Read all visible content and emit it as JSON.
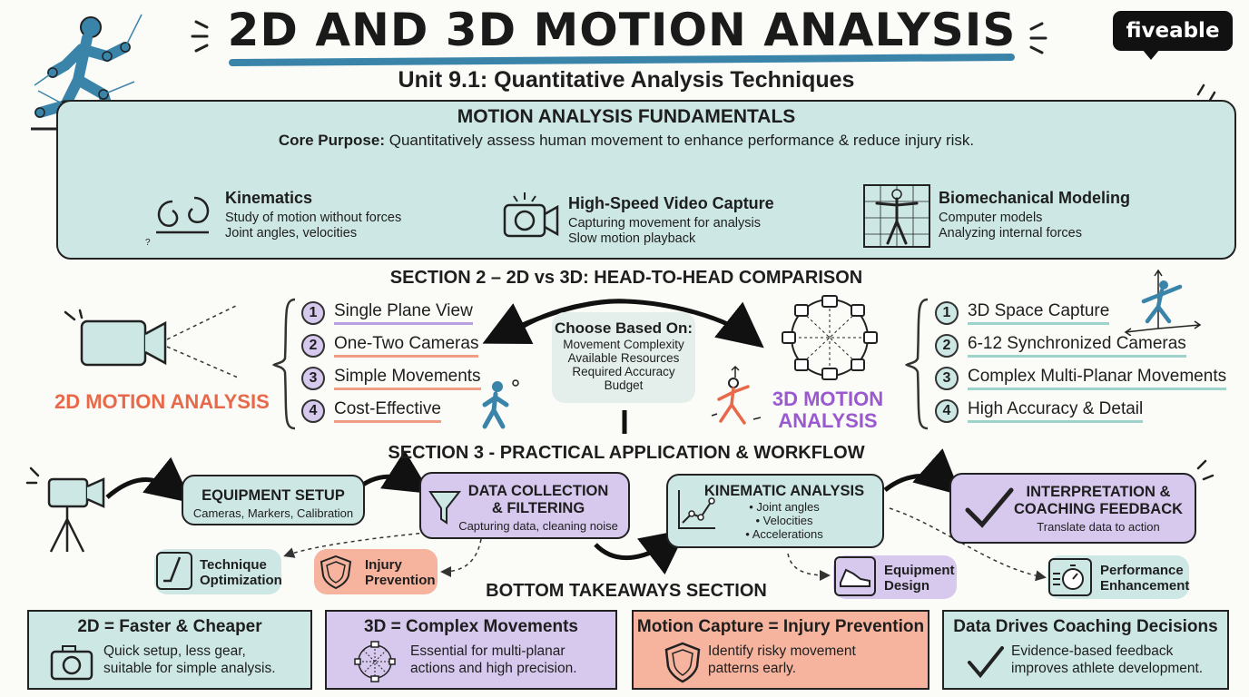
{
  "header": {
    "title": "2D AND 3D MOTION ANALYSIS",
    "subtitle": "Unit 9.1: Quantitative Analysis Techniques",
    "logo": "fiveable"
  },
  "fundamentals": {
    "heading": "MOTION ANALYSIS FUNDAMENTALS",
    "core_label": "Core Purpose:",
    "core_text": "Quantitatively assess human movement to enhance performance & reduce injury risk.",
    "items": [
      {
        "title": "Kinematics",
        "line1": "Study of motion without forces",
        "line2": "Joint angles, velocities",
        "icon": "rotation-arrows-icon"
      },
      {
        "title": "High-Speed Video Capture",
        "line1": "Capturing movement for analysis",
        "line2": "Slow motion playback",
        "icon": "camera-icon"
      },
      {
        "title": "Biomechanical Modeling",
        "line1": "Computer models",
        "line2": "Analyzing internal forces",
        "icon": "body-model-icon"
      }
    ]
  },
  "section2": {
    "heading": "SECTION 2 – 2D vs 3D: HEAD-TO-HEAD COMPARISON",
    "left_label": "2D MOTION ANALYSIS",
    "right_label_1": "3D MOTION",
    "right_label_2": "ANALYSIS",
    "left_items": [
      "Single Plane View",
      "One-Two Cameras",
      "Simple Movements",
      "Cost-Effective"
    ],
    "right_items": [
      "3D Space Capture",
      "6-12 Synchronized Cameras",
      "Complex Multi-Planar Movements",
      "High Accuracy & Detail"
    ],
    "numbers": [
      "1",
      "2",
      "3",
      "4"
    ],
    "choose_heading": "Choose Based On:",
    "choose_items": [
      "Movement Complexity",
      "Available Resources",
      "Required Accuracy",
      "Budget"
    ],
    "colors": {
      "two_d": "#e8694a",
      "three_d": "#9b59d0"
    }
  },
  "section3": {
    "heading": "SECTION 3 - PRACTICAL APPLICATION & WORKFLOW",
    "steps": [
      {
        "title": "EQUIPMENT SETUP",
        "body": "Cameras, Markers, Calibration"
      },
      {
        "title_1": "DATA COLLECTION",
        "title_2": "& FILTERING",
        "body": "Capturing data, cleaning noise"
      },
      {
        "title": "KINEMATIC ANALYSIS",
        "bullets": [
          "• Joint angles",
          "• Velocities",
          "• Accelerations"
        ]
      },
      {
        "title_1": "INTERPRETATION &",
        "title_2": "COACHING FEEDBACK",
        "body": "Translate data to action"
      }
    ],
    "outcomes": [
      {
        "line1": "Technique",
        "line2": "Optimization"
      },
      {
        "line1": "Injury",
        "line2": "Prevention"
      },
      {
        "line1": "Equipment",
        "line2": "Design"
      },
      {
        "line1": "Performance",
        "line2": "Enhancement"
      }
    ]
  },
  "takeaways": {
    "heading": "BOTTOM TAKEAWAYS SECTION",
    "cards": [
      {
        "title": "2D = Faster & Cheaper",
        "line1": "Quick setup, less gear,",
        "line2": "suitable for simple analysis.",
        "color": "#cde8e4"
      },
      {
        "title": "3D = Complex Movements",
        "line1": "Essential for multi-planar",
        "line2": "actions and high precision.",
        "color": "#d7c8ee"
      },
      {
        "title": "Motion Capture = Injury Prevention",
        "line1": "Identify risky movement",
        "line2": "patterns early.",
        "color": "#f6b49f"
      },
      {
        "title": "Data Drives Coaching Decisions",
        "line1": "Evidence-based feedback",
        "line2": "improves athlete development.",
        "color": "#cde8e4"
      }
    ]
  }
}
